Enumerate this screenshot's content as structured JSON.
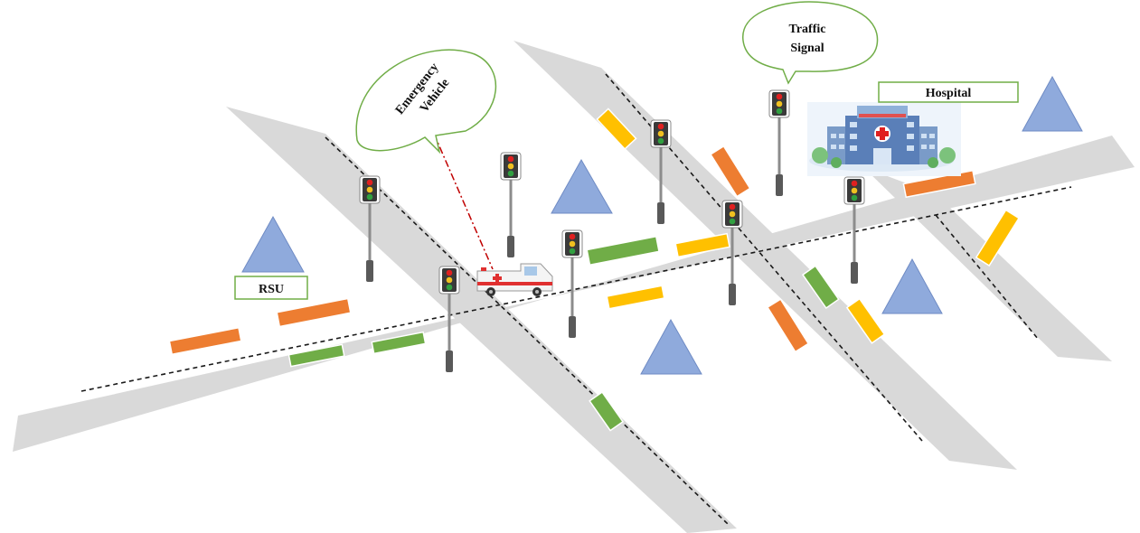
{
  "labels": {
    "emergency_vehicle_line1": "Emergency",
    "emergency_vehicle_line2": "Vehicle",
    "traffic_signal_line1": "Traffic",
    "traffic_signal_line2": "Signal",
    "hospital": "Hospital",
    "rsu": "RSU"
  },
  "colors": {
    "road": "#d9d9d9",
    "lane_marking": "#1a1a1a",
    "rsu_triangle": "#8faadc",
    "rsu_triangle_edge": "#6f8bc4",
    "label_box_border": "#70ad47",
    "car_orange": "#ed7d31",
    "car_yellow": "#ffc000",
    "car_green": "#70ad47",
    "car_edge": "#ffffff",
    "signal_pole": "#595959",
    "signal_housing": "#3a3a3a",
    "light_red": "#e02020",
    "light_yellow": "#f0c020",
    "light_green": "#30a040",
    "v2x_link": "#c00000"
  },
  "icons": {
    "traffic_light": "traffic-light-icon",
    "rsu": "rsu-triangle-icon",
    "ambulance": "ambulance-icon",
    "hospital": "hospital-building-icon"
  }
}
